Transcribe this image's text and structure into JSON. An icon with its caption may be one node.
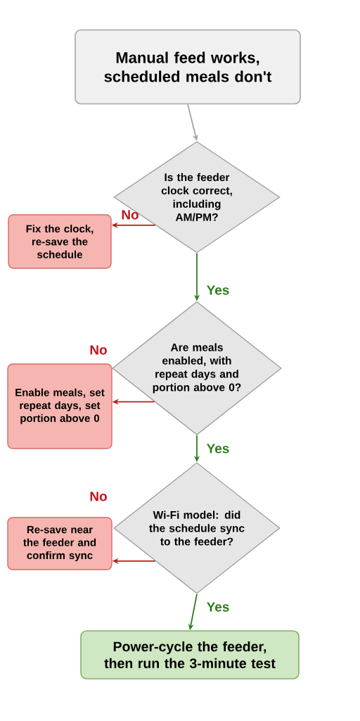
{
  "diagram": {
    "nodes": [
      {
        "text": [
          "Manual feed works, scheduled meals don't"
        ]
      },
      {
        "text": [
          "Is the feeder clock correct, including AM/PM?"
        ]
      },
      {
        "text": [
          "Fix the clock, re-save the schedule"
        ]
      },
      {
        "text": [
          "Are meals enabled, with repeat days and portion above 0?"
        ]
      },
      {
        "text": [
          "Enable meals, set repeat days, set portion above 0"
        ]
      },
      {
        "text": [
          "Wi-Fi model: did the schedule sync to the feeder?"
        ]
      },
      {
        "text": [
          "Re-save near the feeder and confirm sync"
        ]
      },
      {
        "text": [
          "Power-cycle the feeder, then run the 3-minute test"
        ]
      }
    ],
    "edges": [
      {
        "from": 0,
        "to": 1,
        "arrow": "to",
        "color": "#a6a6a6"
      },
      {
        "from": 1,
        "to": 2,
        "arrow": "to",
        "label": "No",
        "color": "#c0161b"
      },
      {
        "from": 1,
        "to": 3,
        "arrow": "to",
        "label": "Yes",
        "color": "#2e7d1e"
      },
      {
        "from": 3,
        "to": 4,
        "arrow": "to",
        "label": "No",
        "color": "#c0161b"
      },
      {
        "from": 3,
        "to": 5,
        "arrow": "to",
        "label": "Yes",
        "color": "#2e7d1e"
      },
      {
        "from": 5,
        "to": 6,
        "arrow": "to",
        "label": "No",
        "color": "#c0161b"
      },
      {
        "from": 5,
        "to": 7,
        "arrow": "to",
        "label": "Yes",
        "color": "#2e7d1e"
      }
    ]
  }
}
